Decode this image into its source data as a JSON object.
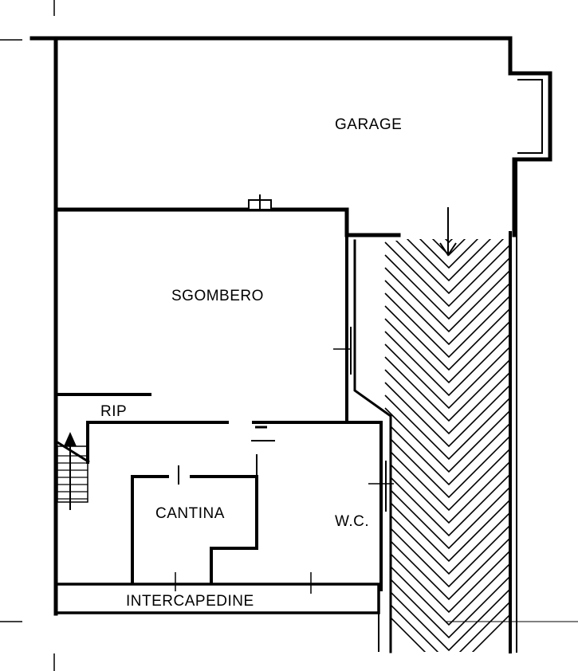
{
  "rooms": {
    "garage": "GARAGE",
    "sgombero": "SGOMBERO",
    "rip": "RIP",
    "cantina": "CANTINA",
    "wc": "W.C.",
    "intercapedine": "INTERCAPEDINE"
  },
  "colors": {
    "ink": "#000000",
    "paper": "#ffffff"
  }
}
